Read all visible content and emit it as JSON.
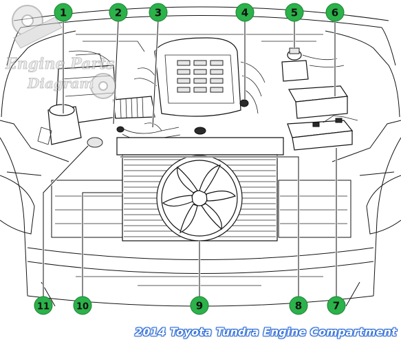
{
  "caption": "2014 Toyota Tundra Engine Compartment",
  "watermark": {
    "line1": "Engine Parts",
    "line2": "Diagram"
  },
  "callouts": [
    {
      "id": "1",
      "label": "1"
    },
    {
      "id": "2",
      "label": "2"
    },
    {
      "id": "3",
      "label": "3"
    },
    {
      "id": "4",
      "label": "4"
    },
    {
      "id": "5",
      "label": "5"
    },
    {
      "id": "6",
      "label": "6"
    },
    {
      "id": "7",
      "label": "7"
    },
    {
      "id": "8",
      "label": "8"
    },
    {
      "id": "9",
      "label": "9"
    },
    {
      "id": "10",
      "label": "10"
    },
    {
      "id": "11",
      "label": "11"
    }
  ],
  "colors": {
    "callout_fill": "#2bb24a",
    "caption_outline": "#2a6bd9",
    "line_art": "#111111"
  }
}
